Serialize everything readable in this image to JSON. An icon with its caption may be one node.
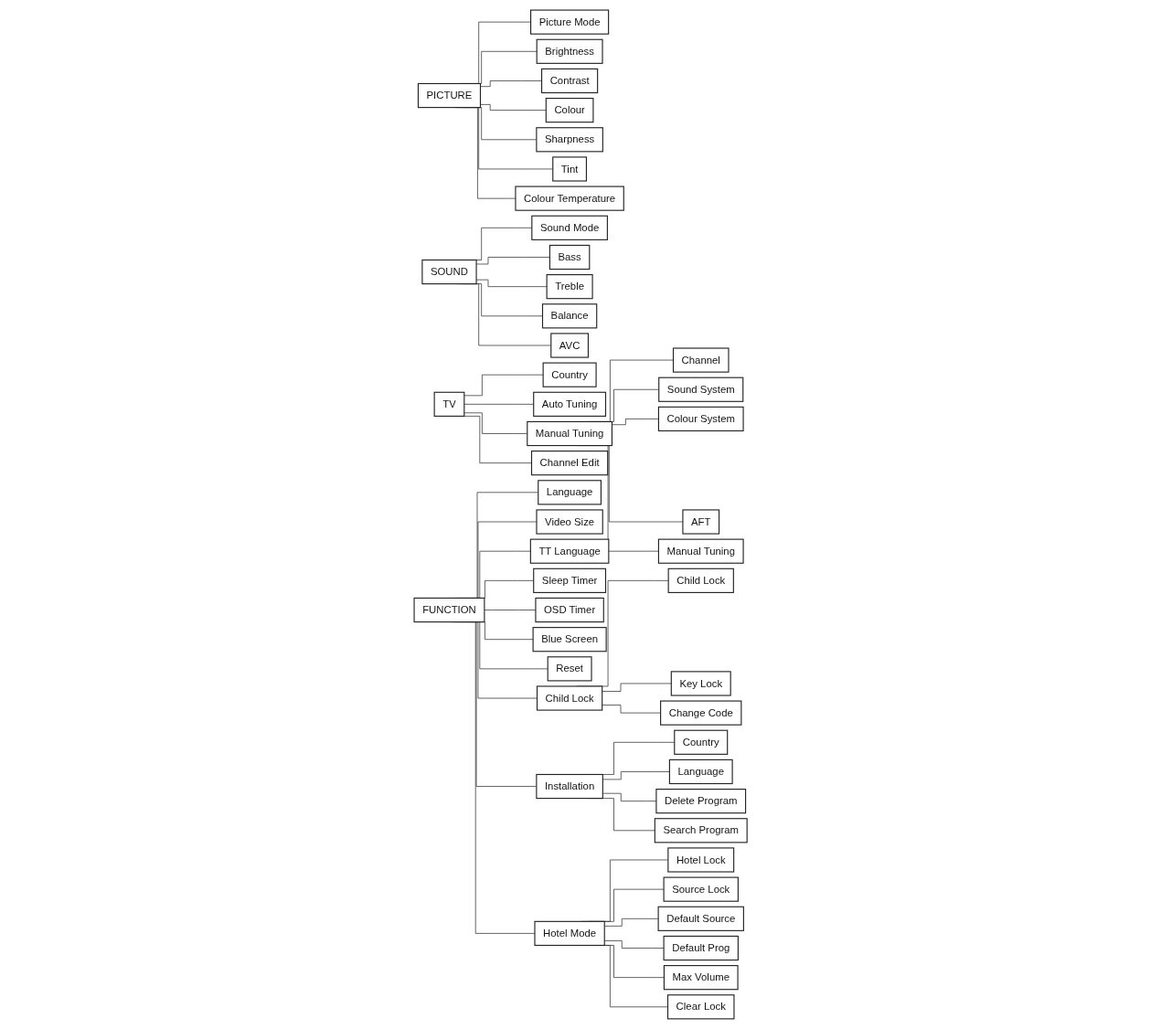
{
  "diagram": {
    "nodes": [
      {
        "text": [
          "PICTURE"
        ]
      },
      {
        "text": [
          "Picture Mode"
        ]
      },
      {
        "text": [
          "Brightness"
        ]
      },
      {
        "text": [
          "Contrast"
        ]
      },
      {
        "text": [
          "Colour"
        ]
      },
      {
        "text": [
          "Sharpness"
        ]
      },
      {
        "text": [
          "Tint"
        ]
      },
      {
        "text": [
          "Colour Temperature"
        ]
      },
      {
        "text": [
          "SOUND"
        ]
      },
      {
        "text": [
          "Sound Mode"
        ]
      },
      {
        "text": [
          "Bass"
        ]
      },
      {
        "text": [
          "Treble"
        ]
      },
      {
        "text": [
          "Balance"
        ]
      },
      {
        "text": [
          "AVC"
        ]
      },
      {
        "text": [
          "TV"
        ]
      },
      {
        "text": [
          "Country"
        ]
      },
      {
        "text": [
          "Auto Tuning"
        ]
      },
      {
        "text": [
          "Manual Tuning"
        ]
      },
      {
        "text": [
          "Channel Edit"
        ]
      },
      {
        "text": [
          "Channel"
        ]
      },
      {
        "text": [
          "Sound System"
        ]
      },
      {
        "text": [
          "Colour System"
        ]
      },
      {
        "text": [
          "AFT"
        ]
      },
      {
        "text": [
          "Manual Tuning"
        ]
      },
      {
        "text": [
          "Child Lock"
        ]
      },
      {
        "text": [
          "Key Lock"
        ]
      },
      {
        "text": [
          "Change Code"
        ]
      },
      {
        "text": [
          "FUNCTION"
        ]
      },
      {
        "text": [
          "Language"
        ]
      },
      {
        "text": [
          "Video Size"
        ]
      },
      {
        "text": [
          "TT Language"
        ]
      },
      {
        "text": [
          "Sleep Timer"
        ]
      },
      {
        "text": [
          "OSD Timer"
        ]
      },
      {
        "text": [
          "Blue Screen"
        ]
      },
      {
        "text": [
          "Reset"
        ]
      },
      {
        "text": [
          "Child Lock"
        ]
      },
      {
        "text": [
          "Installation"
        ]
      },
      {
        "text": [
          "Hotel Mode"
        ]
      },
      {
        "text": [
          "Country"
        ]
      },
      {
        "text": [
          "Language"
        ]
      },
      {
        "text": [
          "Delete Program"
        ]
      },
      {
        "text": [
          "Search Program"
        ]
      },
      {
        "text": [
          "Hotel Lock"
        ]
      },
      {
        "text": [
          "Source Lock"
        ]
      },
      {
        "text": [
          "Default Source"
        ]
      },
      {
        "text": [
          "Default Prog"
        ]
      },
      {
        "text": [
          "Max Volume"
        ]
      },
      {
        "text": [
          "Clear Lock"
        ]
      }
    ],
    "edges": [
      {
        "from": 0,
        "to": 1,
        "arrow": "none"
      },
      {
        "from": 0,
        "to": 2,
        "arrow": "none"
      },
      {
        "from": 0,
        "to": 3,
        "arrow": "none"
      },
      {
        "from": 0,
        "to": 4,
        "arrow": "none"
      },
      {
        "from": 0,
        "to": 5,
        "arrow": "none"
      },
      {
        "from": 0,
        "to": 6,
        "arrow": "none"
      },
      {
        "from": 0,
        "to": 7,
        "arrow": "none"
      },
      {
        "from": 8,
        "to": 9,
        "arrow": "none"
      },
      {
        "from": 8,
        "to": 10,
        "arrow": "none"
      },
      {
        "from": 8,
        "to": 11,
        "arrow": "none"
      },
      {
        "from": 8,
        "to": 12,
        "arrow": "none"
      },
      {
        "from": 8,
        "to": 13,
        "arrow": "none"
      },
      {
        "from": 14,
        "to": 15,
        "arrow": "none"
      },
      {
        "from": 14,
        "to": 16,
        "arrow": "none"
      },
      {
        "from": 14,
        "to": 17,
        "arrow": "none"
      },
      {
        "from": 14,
        "to": 18,
        "arrow": "none"
      },
      {
        "from": 17,
        "to": 19,
        "arrow": "none"
      },
      {
        "from": 17,
        "to": 20,
        "arrow": "none"
      },
      {
        "from": 17,
        "to": 21,
        "arrow": "none"
      },
      {
        "from": 17,
        "to": 22,
        "arrow": "none"
      },
      {
        "from": 17,
        "to": 23,
        "arrow": "none"
      },
      {
        "from": 27,
        "to": 28,
        "arrow": "none"
      },
      {
        "from": 27,
        "to": 29,
        "arrow": "none"
      },
      {
        "from": 27,
        "to": 30,
        "arrow": "none"
      },
      {
        "from": 27,
        "to": 31,
        "arrow": "none"
      },
      {
        "from": 27,
        "to": 32,
        "arrow": "none"
      },
      {
        "from": 27,
        "to": 33,
        "arrow": "none"
      },
      {
        "from": 27,
        "to": 34,
        "arrow": "none"
      },
      {
        "from": 27,
        "to": 35,
        "arrow": "none"
      },
      {
        "from": 27,
        "to": 36,
        "arrow": "none"
      },
      {
        "from": 27,
        "to": 37,
        "arrow": "none"
      },
      {
        "from": 35,
        "to": 24,
        "arrow": "none"
      },
      {
        "from": 35,
        "to": 25,
        "arrow": "none"
      },
      {
        "from": 35,
        "to": 26,
        "arrow": "none"
      },
      {
        "from": 36,
        "to": 38,
        "arrow": "none"
      },
      {
        "from": 36,
        "to": 39,
        "arrow": "none"
      },
      {
        "from": 36,
        "to": 40,
        "arrow": "none"
      },
      {
        "from": 36,
        "to": 41,
        "arrow": "none"
      },
      {
        "from": 37,
        "to": 42,
        "arrow": "none"
      },
      {
        "from": 37,
        "to": 43,
        "arrow": "none"
      },
      {
        "from": 37,
        "to": 44,
        "arrow": "none"
      },
      {
        "from": 37,
        "to": 45,
        "arrow": "none"
      },
      {
        "from": 37,
        "to": 46,
        "arrow": "none"
      },
      {
        "from": 37,
        "to": 47,
        "arrow": "none"
      }
    ]
  }
}
